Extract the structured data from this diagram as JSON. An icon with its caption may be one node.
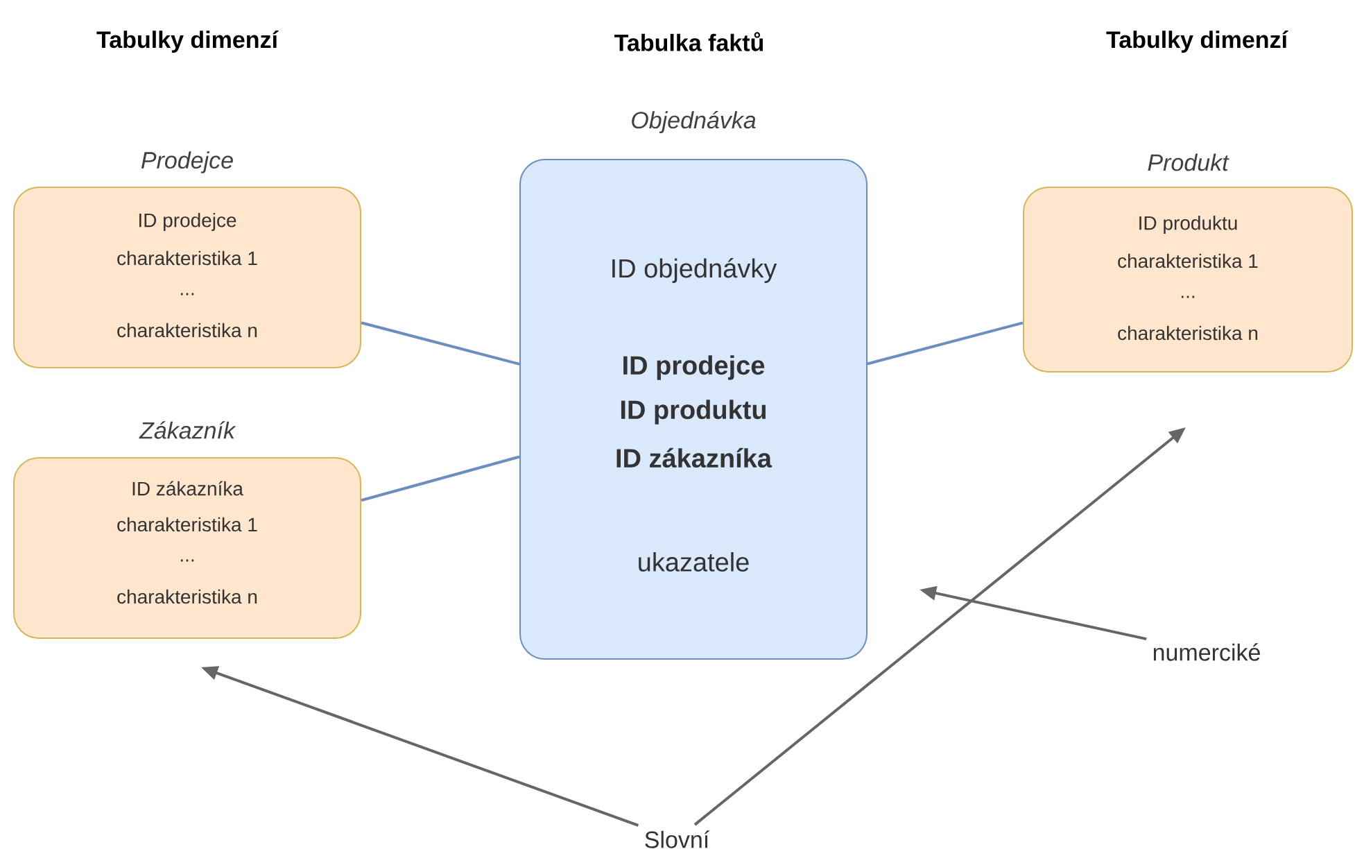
{
  "diagram": {
    "nodes": [
      {
        "text": [
          "Prodejce",
          "ID prodejce",
          "charakteristika 1",
          "...",
          "charakteristika n"
        ]
      },
      {
        "text": [
          "Zákazník",
          "ID zákazníka",
          "charakteristika 1",
          "...",
          "charakteristika n"
        ]
      },
      {
        "text": [
          "Objednávka",
          "ID objednávky",
          "ID prodejce",
          "ID produktu",
          "ID zákazníka",
          "ukazatele"
        ]
      },
      {
        "text": [
          "Produkt",
          "ID produktu",
          "charakteristika 1",
          "...",
          "charakteristika n"
        ]
      },
      {
        "text": [
          "numerciké"
        ]
      },
      {
        "text": [
          "Slovní"
        ]
      }
    ],
    "edges": [
      {
        "from": 0,
        "to": 2,
        "arrow": "none",
        "color": "#6c8ebf"
      },
      {
        "from": 1,
        "to": 2,
        "arrow": "none",
        "color": "#6c8ebf"
      },
      {
        "from": 3,
        "to": 2,
        "arrow": "none",
        "color": "#6c8ebf"
      },
      {
        "from": 4,
        "to": null,
        "arrow": "to",
        "color": "#666666"
      },
      {
        "from": 5,
        "to": null,
        "arrow": "to",
        "color": "#666666"
      },
      {
        "from": 5,
        "to": null,
        "arrow": "to",
        "color": "#666666"
      }
    ],
    "labels": [
      "Tabulky dimenzí",
      "Tabulka faktů",
      "Tabulky dimenzí"
    ]
  }
}
